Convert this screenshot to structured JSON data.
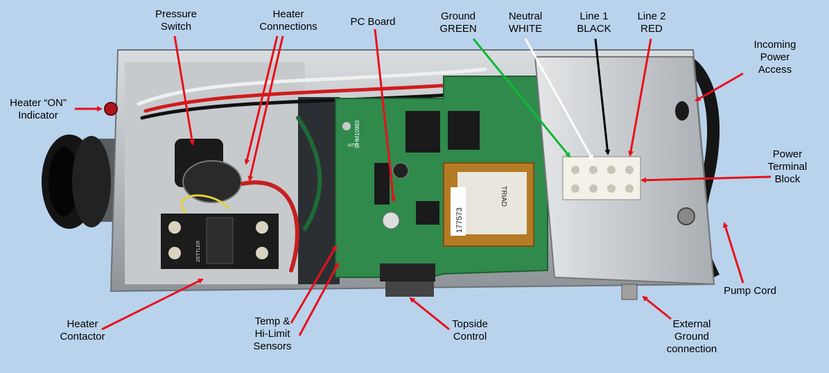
{
  "colors": {
    "background": "#b9d3ec",
    "arrow_red": "#e8101a",
    "arrow_green": "#10b838",
    "arrow_white": "#ffffff",
    "arrow_black": "#000000",
    "pcb_green": "#2f8a4c"
  },
  "labels": {
    "pressure_switch": "Pressure\nSwitch",
    "heater_connections": "Heater\nConnections",
    "pc_board": "PC Board",
    "ground": "Ground\nGREEN",
    "neutral": "Neutral\nWHITE",
    "line1": "Line 1\nBLACK",
    "line2": "Line 2\nRED",
    "incoming_power": "Incoming\nPower\nAccess",
    "heater_on": "Heater “ON”\nIndicator",
    "power_terminal": "Power\nTerminal\nBlock",
    "pump_cord": "Pump Cord",
    "external_ground": "External\nGround\nconnection",
    "topside_control": "Topside\nControl",
    "temp_sensors": "Temp &\nHi-Limit\nSensors",
    "heater_contactor": "Heater\nContactor"
  },
  "photo_text": {
    "transformer_brand": "TRIAD",
    "transformer_number": "177573",
    "contactor_brand": "ZETTLER",
    "board_tag": "HTR",
    "board_code": "CHM10983"
  }
}
